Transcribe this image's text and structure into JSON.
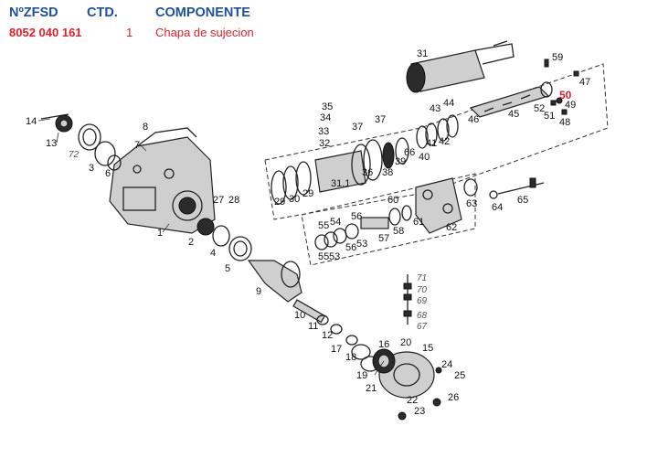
{
  "header": {
    "col_part": "NºZFSD",
    "col_qty": "CTD.",
    "col_component": "COMPONENTE"
  },
  "selected_row": {
    "part_number": "8052 040 161",
    "quantity": "1",
    "component": "Chapa de sujecion"
  },
  "highlight": {
    "callout": "50",
    "color": "#e0202a"
  },
  "callouts": [
    "1",
    "2",
    "3",
    "4",
    "5",
    "6",
    "7",
    "8",
    "9",
    "10",
    "11",
    "12",
    "13",
    "14",
    "15",
    "16",
    "17",
    "18",
    "19",
    "20",
    "21",
    "22",
    "23",
    "24",
    "25",
    "26",
    "27",
    "28",
    "29",
    "30",
    "31",
    "31.1",
    "32",
    "33",
    "34",
    "35",
    "36",
    "37",
    "38",
    "39",
    "40",
    "41",
    "42",
    "43",
    "44",
    "45",
    "46",
    "47",
    "48",
    "49",
    "51",
    "52",
    "53",
    "54",
    "55",
    "56",
    "57",
    "58",
    "59",
    "60",
    "61",
    "62",
    "63",
    "64",
    "65",
    "66",
    "67",
    "68",
    "69",
    "70",
    "71",
    "72"
  ]
}
